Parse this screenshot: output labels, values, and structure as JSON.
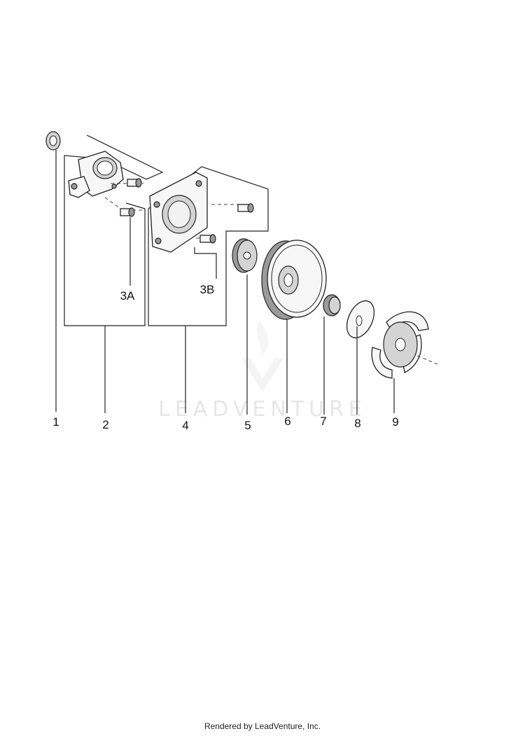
{
  "callouts": {
    "c1": "1",
    "c2": "2",
    "c3a": "3A",
    "c3b": "3B",
    "c4": "4",
    "c5": "5",
    "c6": "6",
    "c7": "7",
    "c8": "8",
    "c9": "9"
  },
  "watermark": "LEADVENTURE",
  "footer": "Rendered by LeadVenture, Inc."
}
